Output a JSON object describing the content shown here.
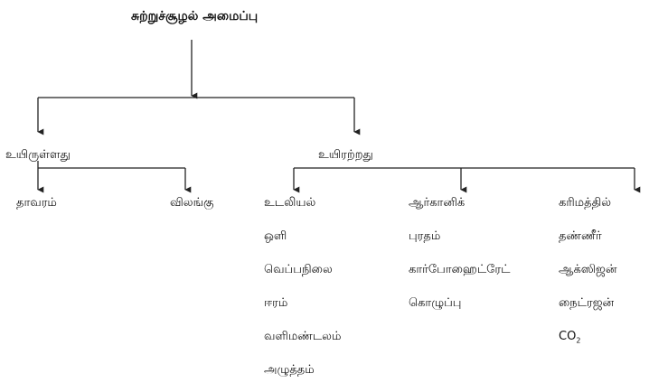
{
  "title": "சுற்றுச்சூழல் அமைப்பு",
  "biotic": {
    "label": "உயிருள்ளது",
    "children": [
      "தாவரம்",
      "விலங்கு"
    ]
  },
  "abiotic": {
    "label": "உயிரற்றது",
    "physical": [
      "உடலியல்",
      "ஒளி",
      "வெப்பநிலை",
      "ஈரம்",
      "வளிமண்டலம்",
      "அழுத்தம்"
    ],
    "organic": [
      "ஆர்கானிக்",
      "புரதம்",
      "கார்போஹைட்ரேட்",
      "கொழுப்பு"
    ],
    "inorganic": [
      "கரிமத்தில்",
      "தண்ணீர்",
      "ஆக்ஸிஜன்",
      "நைட்ரஜன்"
    ],
    "co2": {
      "base": "CO",
      "sub": "2"
    }
  },
  "colors": {
    "line": "#222222",
    "text": "#111111"
  }
}
